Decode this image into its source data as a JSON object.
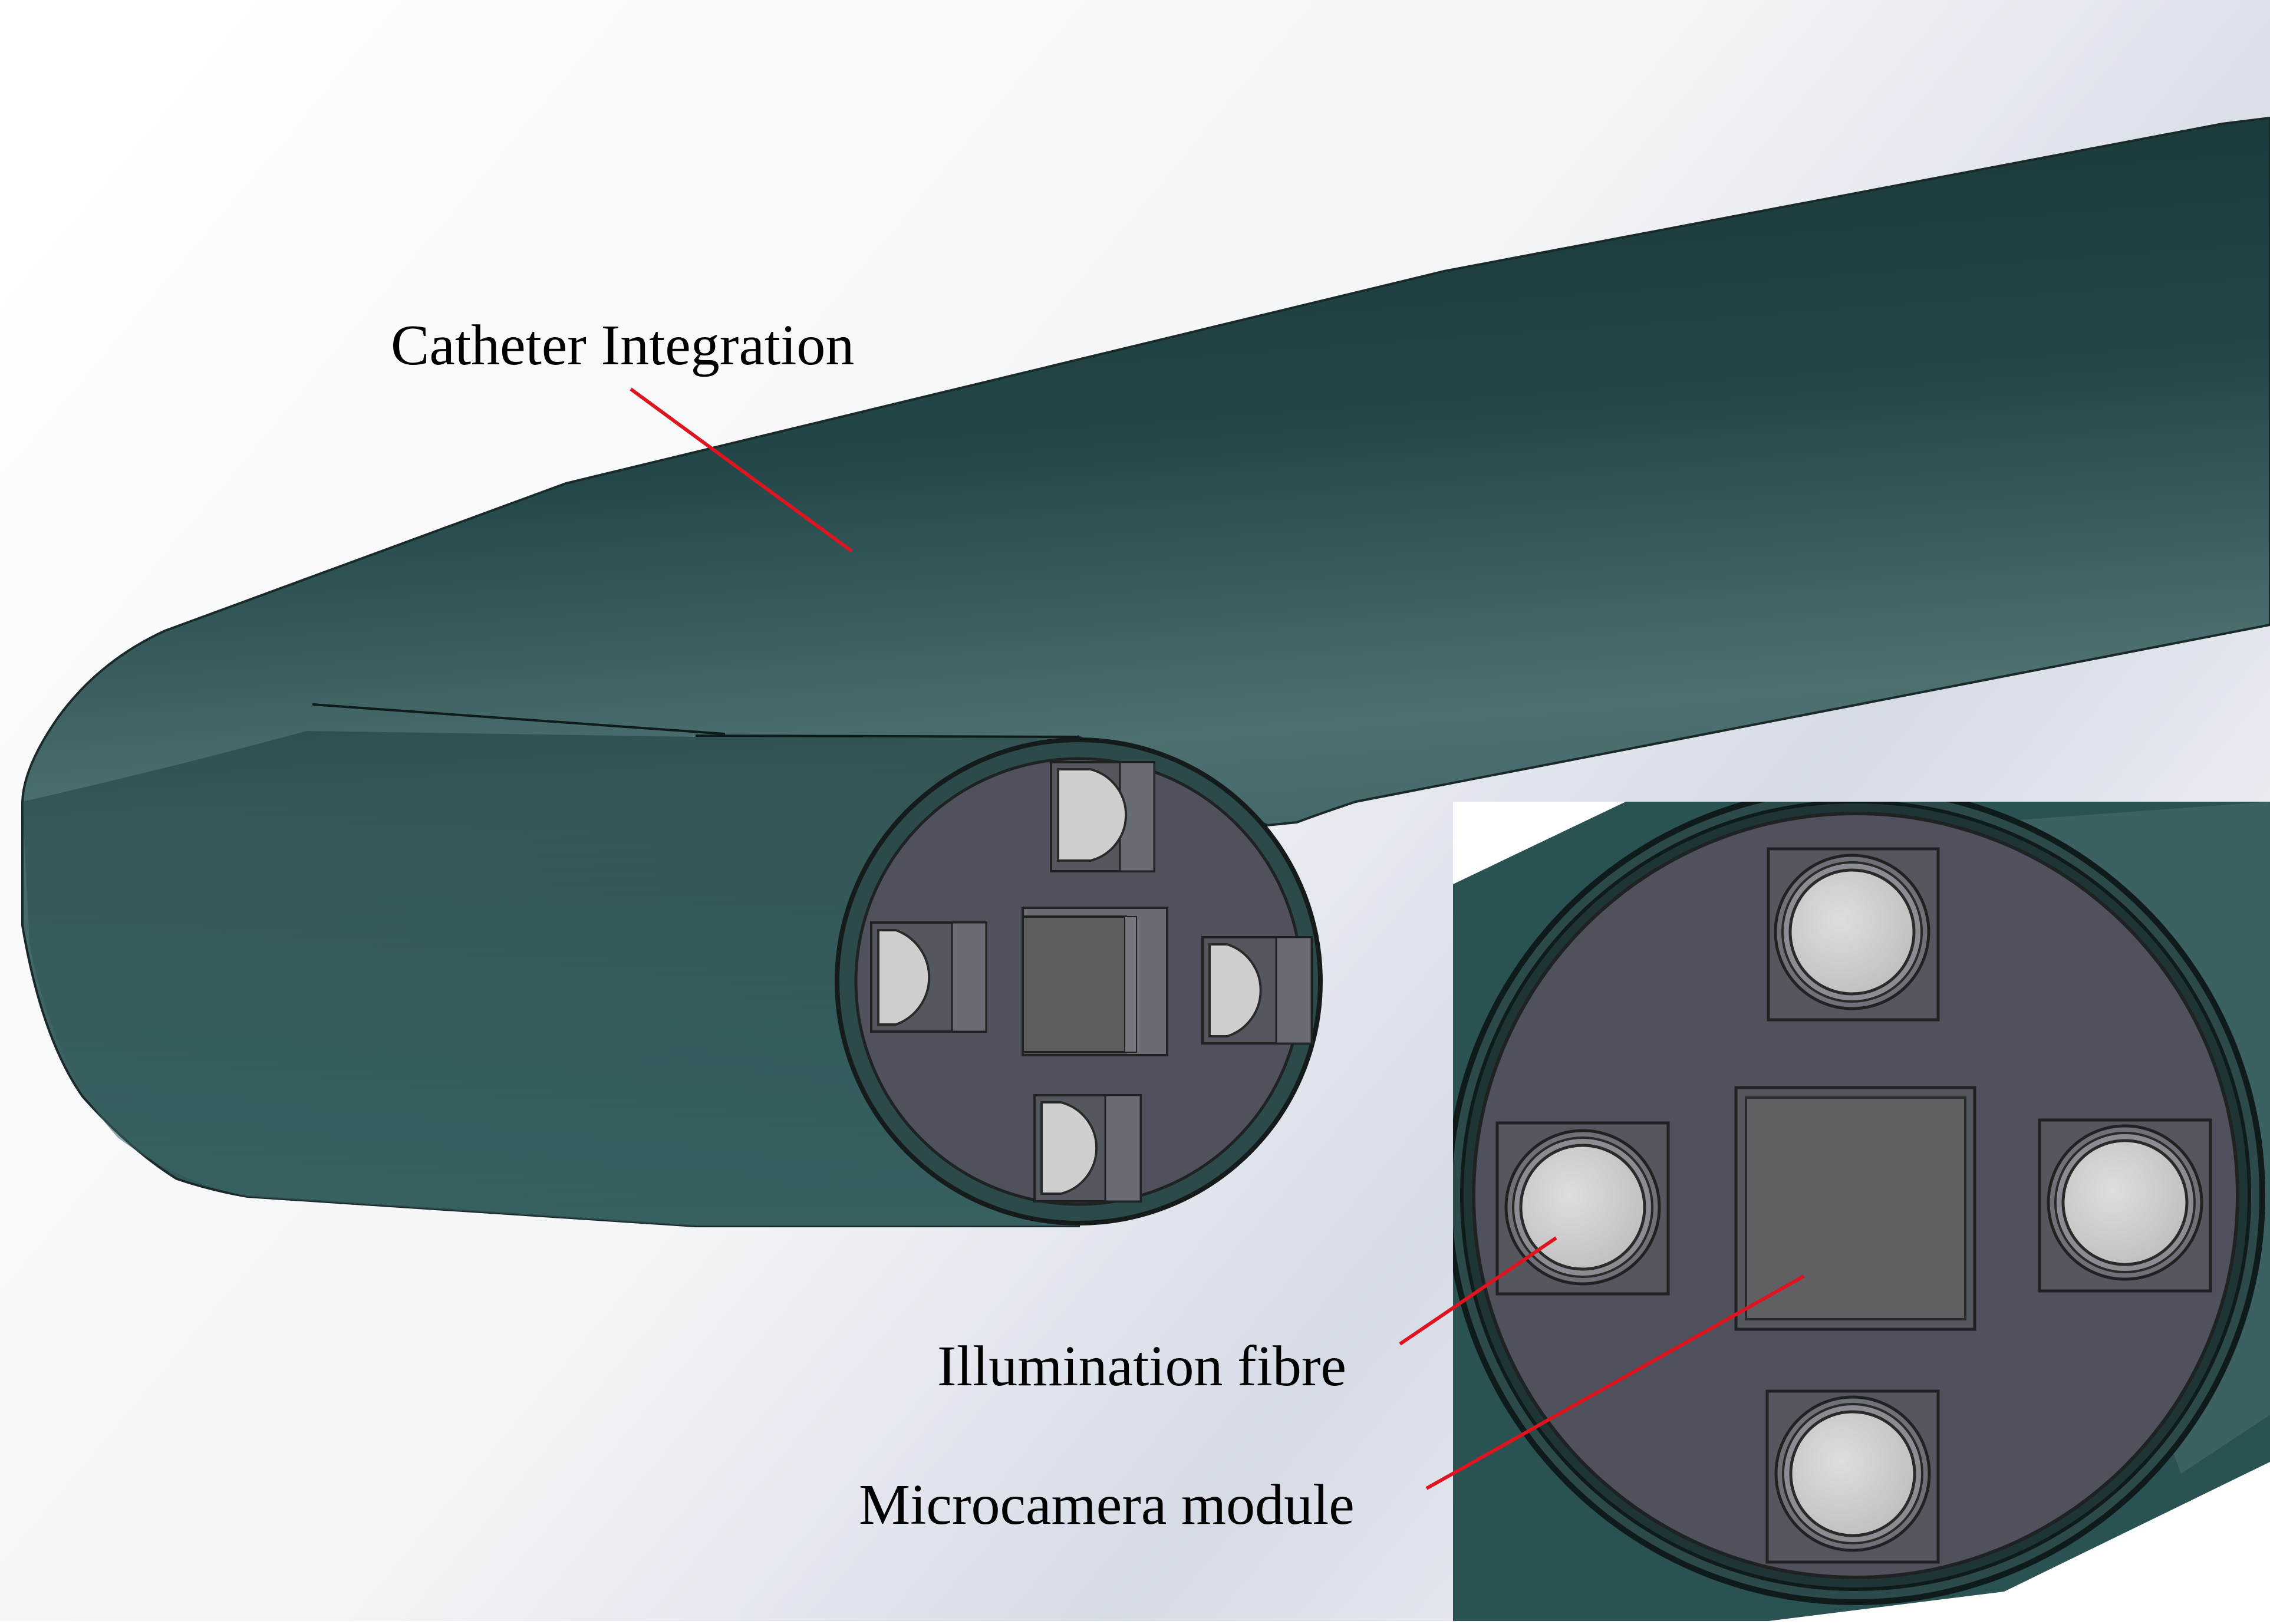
{
  "labels": {
    "catheter": "Catheter Integration",
    "illumination": "Illumination fibre",
    "camera": "Microcamera module"
  },
  "colors": {
    "tube_dark": "#1c3a3b",
    "tube_mid": "#2b5354",
    "tube_light": "#587a7a",
    "face": "#4f515c",
    "outline": "#1f2222",
    "fibre_core": "#cfcfcf",
    "camera_body": "#5d5d62",
    "leader_line": "#e0141e"
  }
}
